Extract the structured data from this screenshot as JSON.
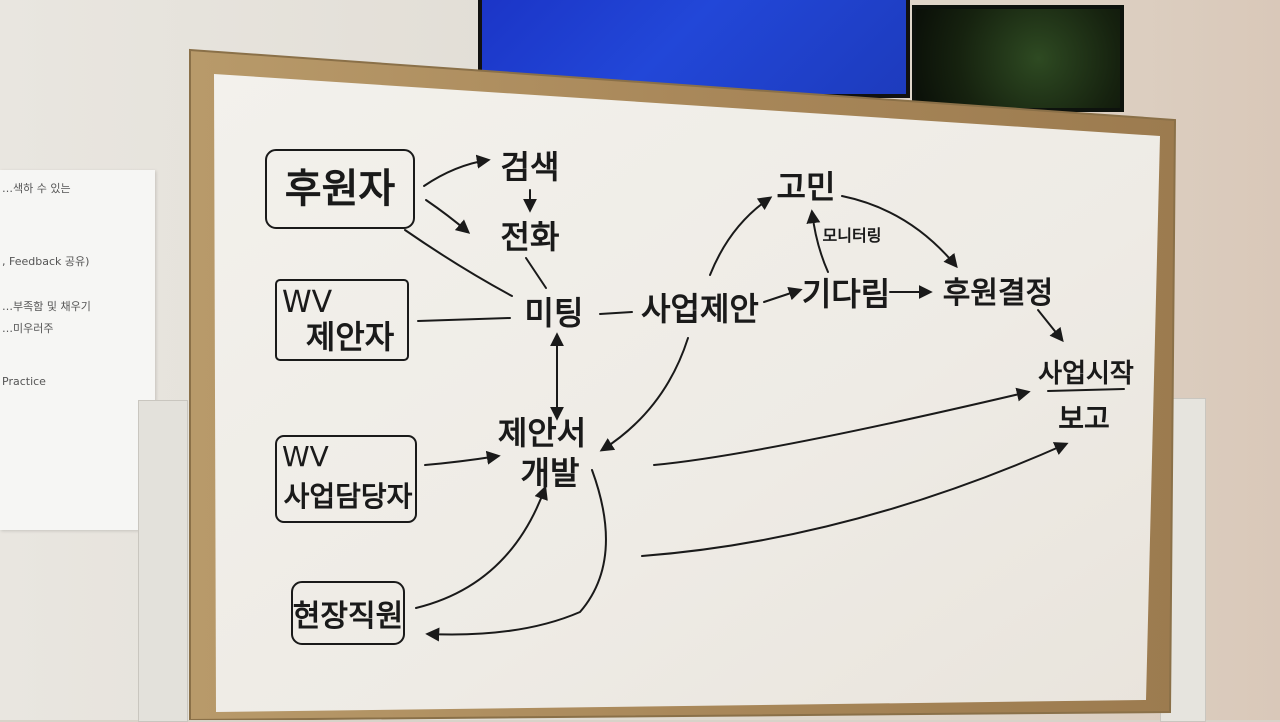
{
  "nodes": {
    "sponsor": "후원자",
    "search": "검색",
    "call": "전화",
    "wv_label_1": "WV",
    "proposer": "제안자",
    "meeting": "미팅",
    "business_proposal": "사업제안",
    "concern": "고민",
    "monitoring": "모니터링",
    "waiting": "기다림",
    "sponsor_decision": "후원결정",
    "business_start": "사업시작",
    "report": "보고",
    "wv_label_2": "WV",
    "business_manager": "사업담당자",
    "proposal_dev_line1": "제안서",
    "proposal_dev_line2": "개발",
    "field_staff": "현장직원"
  },
  "poster": {
    "line1": "…색하 수 있는",
    "line2": ", Feedback 공유)",
    "line3": "…부족함 및 채우기",
    "line4": "…미우러주",
    "line5": "Practice"
  }
}
